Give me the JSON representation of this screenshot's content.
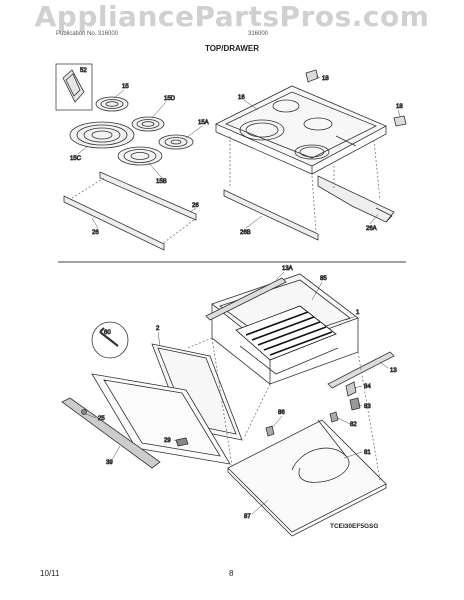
{
  "watermark": "AppliancePartsPros.com",
  "header": {
    "left": "Publication No. 316000",
    "right": "316000"
  },
  "section_title": "TOP/DRAWER",
  "model_code": "TCEI30EF5GSG",
  "footer": {
    "date": "10/11",
    "page": "8"
  },
  "callouts": {
    "c52": "52",
    "c15": "15",
    "c15d": "15D",
    "c15a": "15A",
    "c15c": "15C",
    "c15b": "15B",
    "c16": "16",
    "c18a": "18",
    "c18b": "18",
    "c26a": "26",
    "c26b": "26",
    "c26bb": "26B",
    "c26aa": "26A",
    "c13a": "13A",
    "c85": "85",
    "c1": "1",
    "c2": "2",
    "c60": "60",
    "c13": "13",
    "c84": "84",
    "c83": "83",
    "c82": "82",
    "c86": "86",
    "c81": "81",
    "c25": "25",
    "c39": "39",
    "c29": "29",
    "c87": "87"
  }
}
